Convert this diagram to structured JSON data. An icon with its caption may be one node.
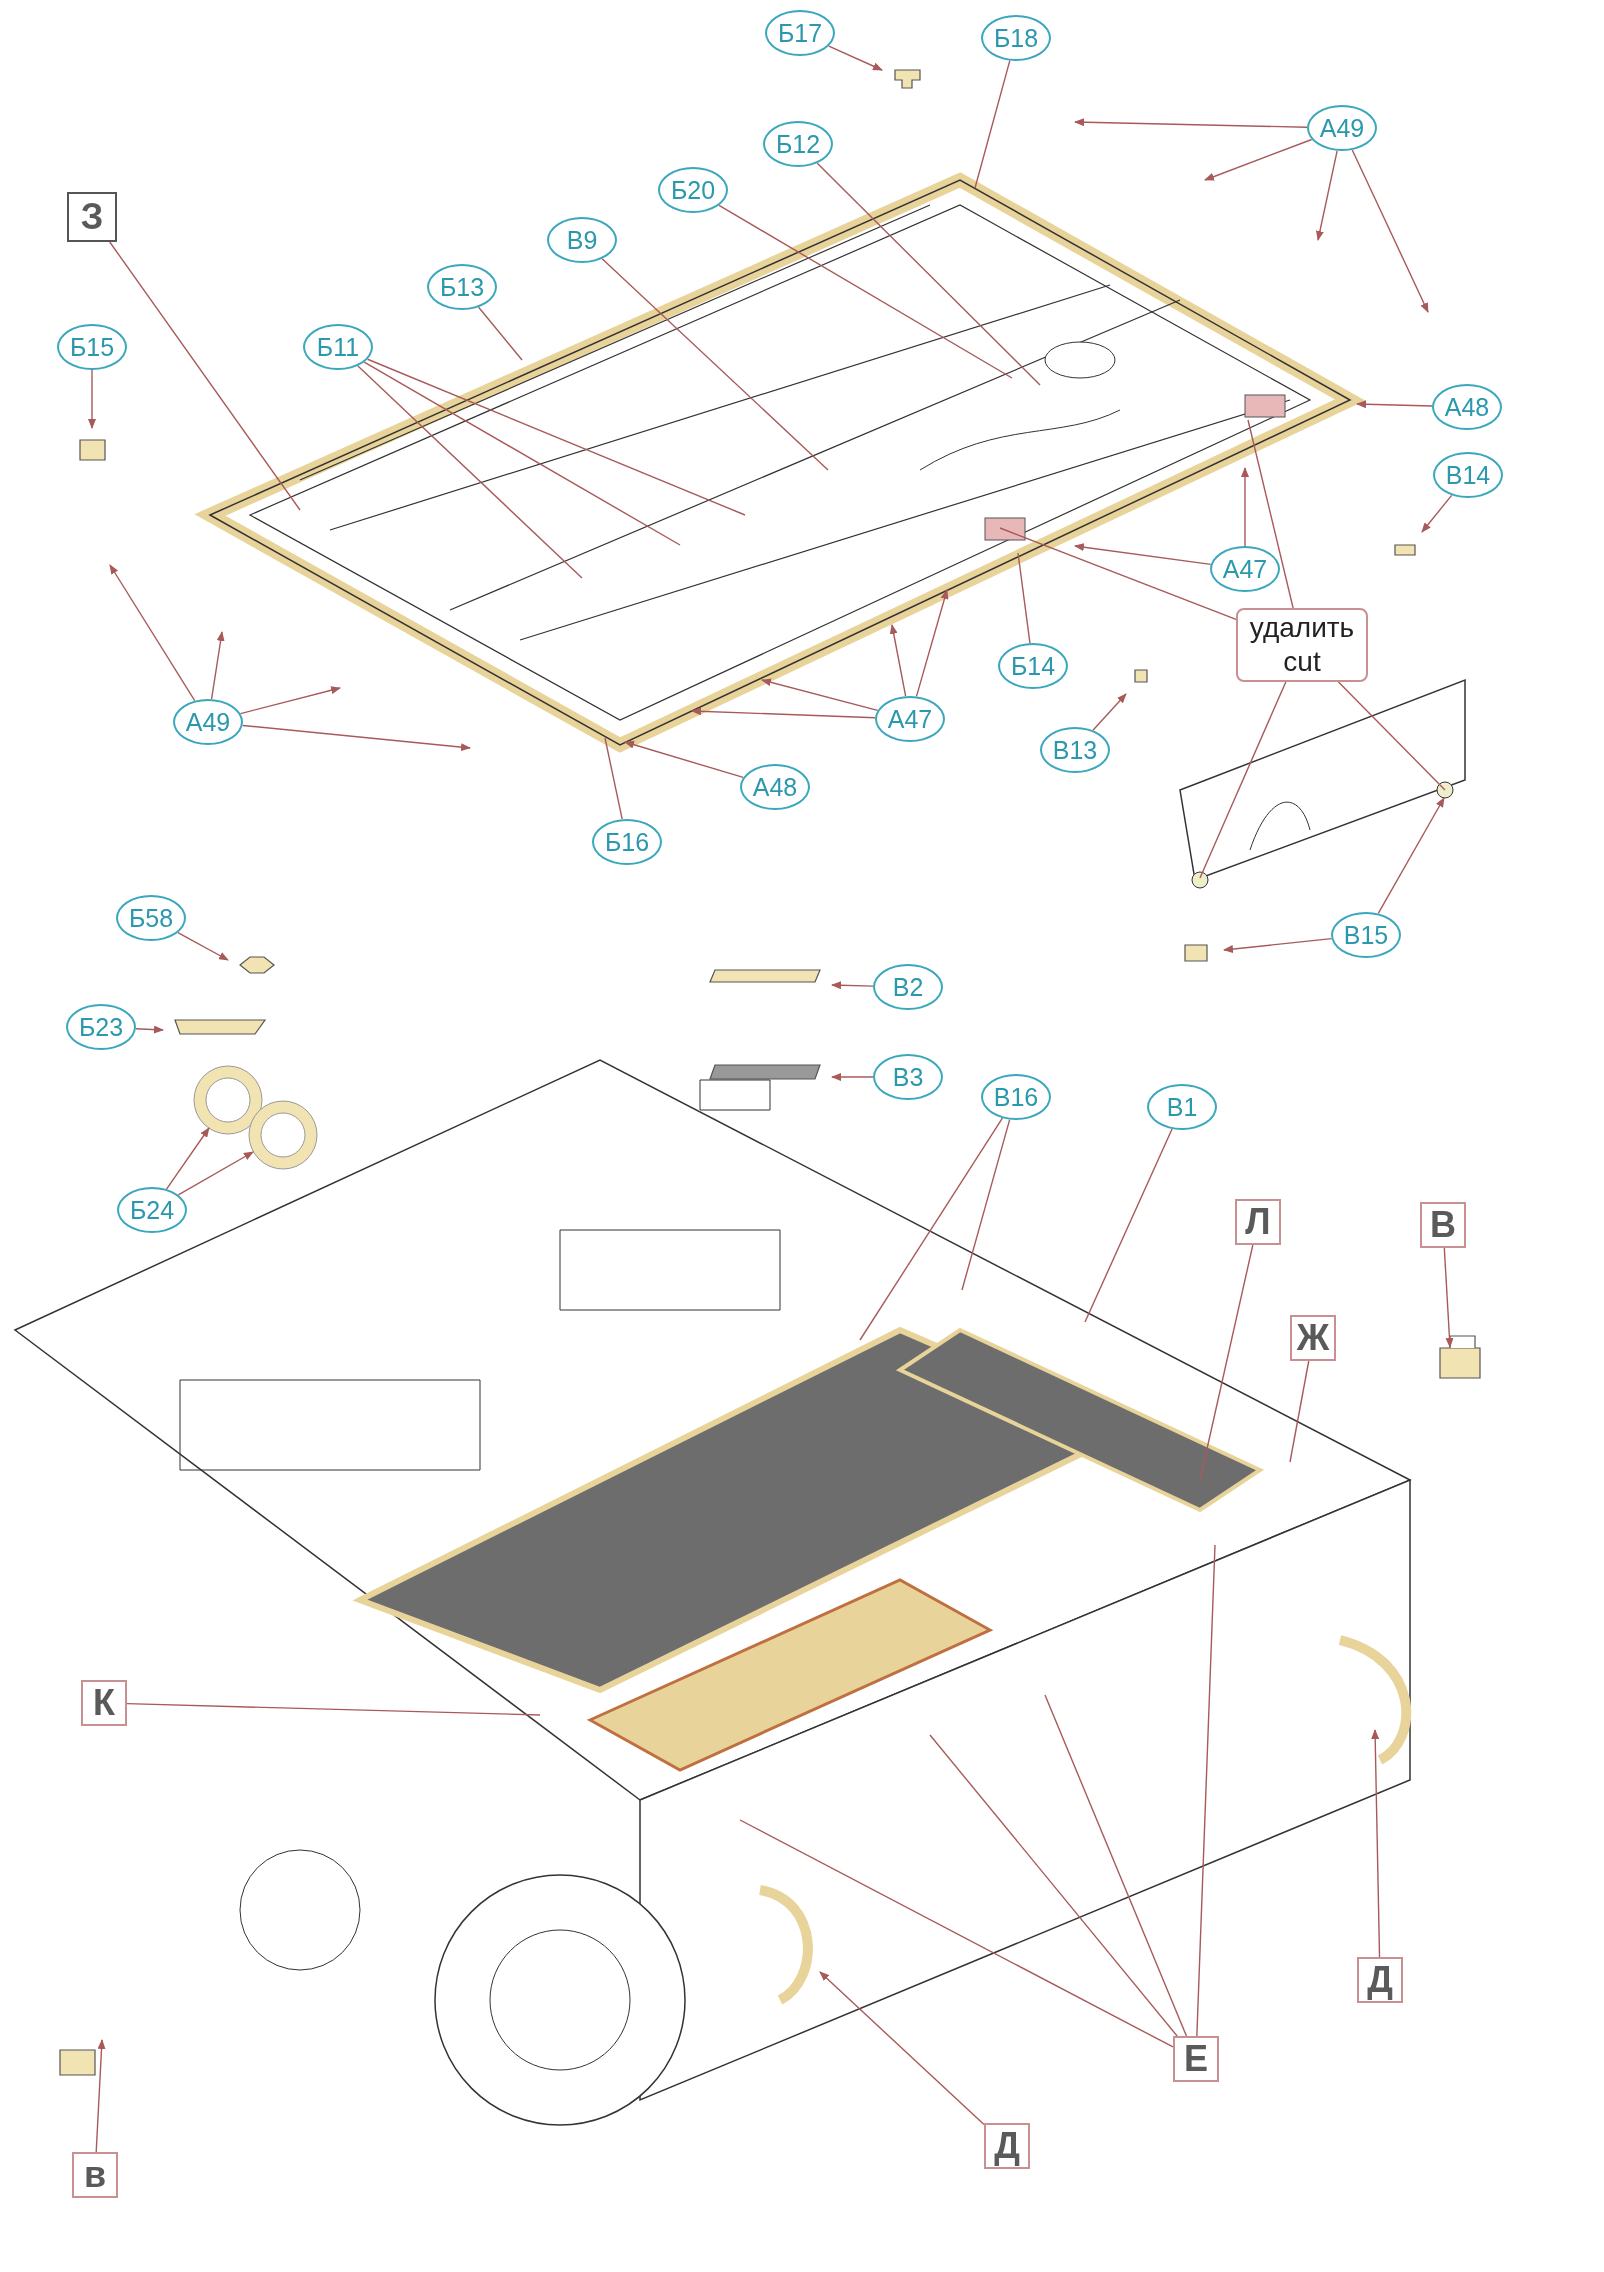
{
  "diagram": {
    "nodes": [
      {
        "text": [
          "Б17"
        ]
      },
      {
        "text": [
          "Б18"
        ]
      },
      {
        "text": [
          "А49"
        ]
      },
      {
        "text": [
          "Б12"
        ]
      },
      {
        "text": [
          "Б20"
        ]
      },
      {
        "text": [
          "З"
        ]
      },
      {
        "text": [
          "В9"
        ]
      },
      {
        "text": [
          "Б13"
        ]
      },
      {
        "text": [
          "Б15"
        ]
      },
      {
        "text": [
          "Б11"
        ]
      },
      {
        "text": [
          "А48"
        ]
      },
      {
        "text": [
          "В14"
        ]
      },
      {
        "text": [
          "А47"
        ]
      },
      {
        "text": [
          "Б14"
        ]
      },
      {
        "text": [
          "удалить",
          "cut"
        ]
      },
      {
        "text": [
          "А49"
        ]
      },
      {
        "text": [
          "А47"
        ]
      },
      {
        "text": [
          "В13"
        ]
      },
      {
        "text": [
          "А48"
        ]
      },
      {
        "text": [
          "Б16"
        ]
      },
      {
        "text": [
          "В15"
        ]
      },
      {
        "text": [
          "Б58"
        ]
      },
      {
        "text": [
          "Б23"
        ]
      },
      {
        "text": [
          "В2"
        ]
      },
      {
        "text": [
          "В3"
        ]
      },
      {
        "text": [
          "Б24"
        ]
      },
      {
        "text": [
          "В16"
        ]
      },
      {
        "text": [
          "В1"
        ]
      },
      {
        "text": [
          "Л"
        ]
      },
      {
        "text": [
          "В"
        ]
      },
      {
        "text": [
          "Ж"
        ]
      },
      {
        "text": [
          "К"
        ]
      },
      {
        "text": [
          "Д"
        ]
      },
      {
        "text": [
          "Е"
        ]
      },
      {
        "text": [
          "в"
        ]
      },
      {
        "text": [
          "Д"
        ]
      },
      {
        "text": [],
        "shape": "circle"
      },
      {
        "text": [],
        "shape": "circle"
      },
      {
        "text": [],
        "shape": "box"
      },
      {
        "text": [],
        "shape": "picture"
      }
    ],
    "edges": [
      {
        "from": 0,
        "to": null,
        "arrow": "to"
      },
      {
        "from": 1,
        "to": null,
        "arrow": "none"
      },
      {
        "from": 2,
        "to": null,
        "arrow": "to"
      },
      {
        "from": 2,
        "to": null,
        "arrow": "to"
      },
      {
        "from": 2,
        "to": null,
        "arrow": "to"
      },
      {
        "from": 2,
        "to": null,
        "arrow": "to"
      },
      {
        "from": 3,
        "to": null,
        "arrow": "none"
      },
      {
        "from": 4,
        "to": null,
        "arrow": "none"
      },
      {
        "from": 5,
        "to": null,
        "arrow": "none"
      },
      {
        "from": 6,
        "to": null,
        "arrow": "none"
      },
      {
        "from": 7,
        "to": null,
        "arrow": "none"
      },
      {
        "from": 8,
        "to": null,
        "arrow": "to"
      },
      {
        "from": 9,
        "to": null,
        "arrow": "none"
      },
      {
        "from": 9,
        "to": null,
        "arrow": "none"
      },
      {
        "from": 9,
        "to": null,
        "arrow": "none"
      },
      {
        "from": 10,
        "to": null,
        "arrow": "to"
      },
      {
        "from": 11,
        "to": null,
        "arrow": "to"
      },
      {
        "from": 12,
        "to": null,
        "arrow": "to"
      },
      {
        "from": 12,
        "to": null,
        "arrow": "to"
      },
      {
        "from": 13,
        "to": null,
        "arrow": "none"
      },
      {
        "from": 14,
        "to": null,
        "arrow": "none"
      },
      {
        "from": 14,
        "to": null,
        "arrow": "none"
      },
      {
        "from": 14,
        "to": 39,
        "arrow": "none"
      },
      {
        "from": 14,
        "to": 39,
        "arrow": "none"
      },
      {
        "from": 15,
        "to": null,
        "arrow": "to"
      },
      {
        "from": 15,
        "to": null,
        "arrow": "to"
      },
      {
        "from": 15,
        "to": null,
        "arrow": "to"
      },
      {
        "from": 15,
        "to": null,
        "arrow": "to"
      },
      {
        "from": 16,
        "to": null,
        "arrow": "to"
      },
      {
        "from": 16,
        "to": null,
        "arrow": "to"
      },
      {
        "from": 16,
        "to": null,
        "arrow": "to"
      },
      {
        "from": 16,
        "to": null,
        "arrow": "to"
      },
      {
        "from": 17,
        "to": null,
        "arrow": "to"
      },
      {
        "from": 18,
        "to": null,
        "arrow": "to"
      },
      {
        "from": 19,
        "to": null,
        "arrow": "none"
      },
      {
        "from": 20,
        "to": null,
        "arrow": "to"
      },
      {
        "from": 20,
        "to": 39,
        "arrow": "to"
      },
      {
        "from": 21,
        "to": null,
        "arrow": "to"
      },
      {
        "from": 22,
        "to": null,
        "arrow": "to"
      },
      {
        "from": 23,
        "to": null,
        "arrow": "to"
      },
      {
        "from": 24,
        "to": null,
        "arrow": "to"
      },
      {
        "from": 25,
        "to": 36,
        "arrow": "to"
      },
      {
        "from": 25,
        "to": 37,
        "arrow": "to"
      },
      {
        "from": 26,
        "to": null,
        "arrow": "none"
      },
      {
        "from": 26,
        "to": null,
        "arrow": "none"
      },
      {
        "from": 27,
        "to": null,
        "arrow": "none"
      },
      {
        "from": 28,
        "to": null,
        "arrow": "none"
      },
      {
        "from": 29,
        "to": 38,
        "arrow": "to"
      },
      {
        "from": 30,
        "to": null,
        "arrow": "none"
      },
      {
        "from": 31,
        "to": null,
        "arrow": "none"
      },
      {
        "from": 32,
        "to": null,
        "arrow": "to"
      },
      {
        "from": 33,
        "to": null,
        "arrow": "none"
      },
      {
        "from": 33,
        "to": null,
        "arrow": "none"
      },
      {
        "from": 33,
        "to": null,
        "arrow": "none"
      },
      {
        "from": 33,
        "to": null,
        "arrow": "none"
      },
      {
        "from": 34,
        "to": null,
        "arrow": "to"
      },
      {
        "from": 35,
        "to": null,
        "arrow": "to"
      }
    ]
  }
}
